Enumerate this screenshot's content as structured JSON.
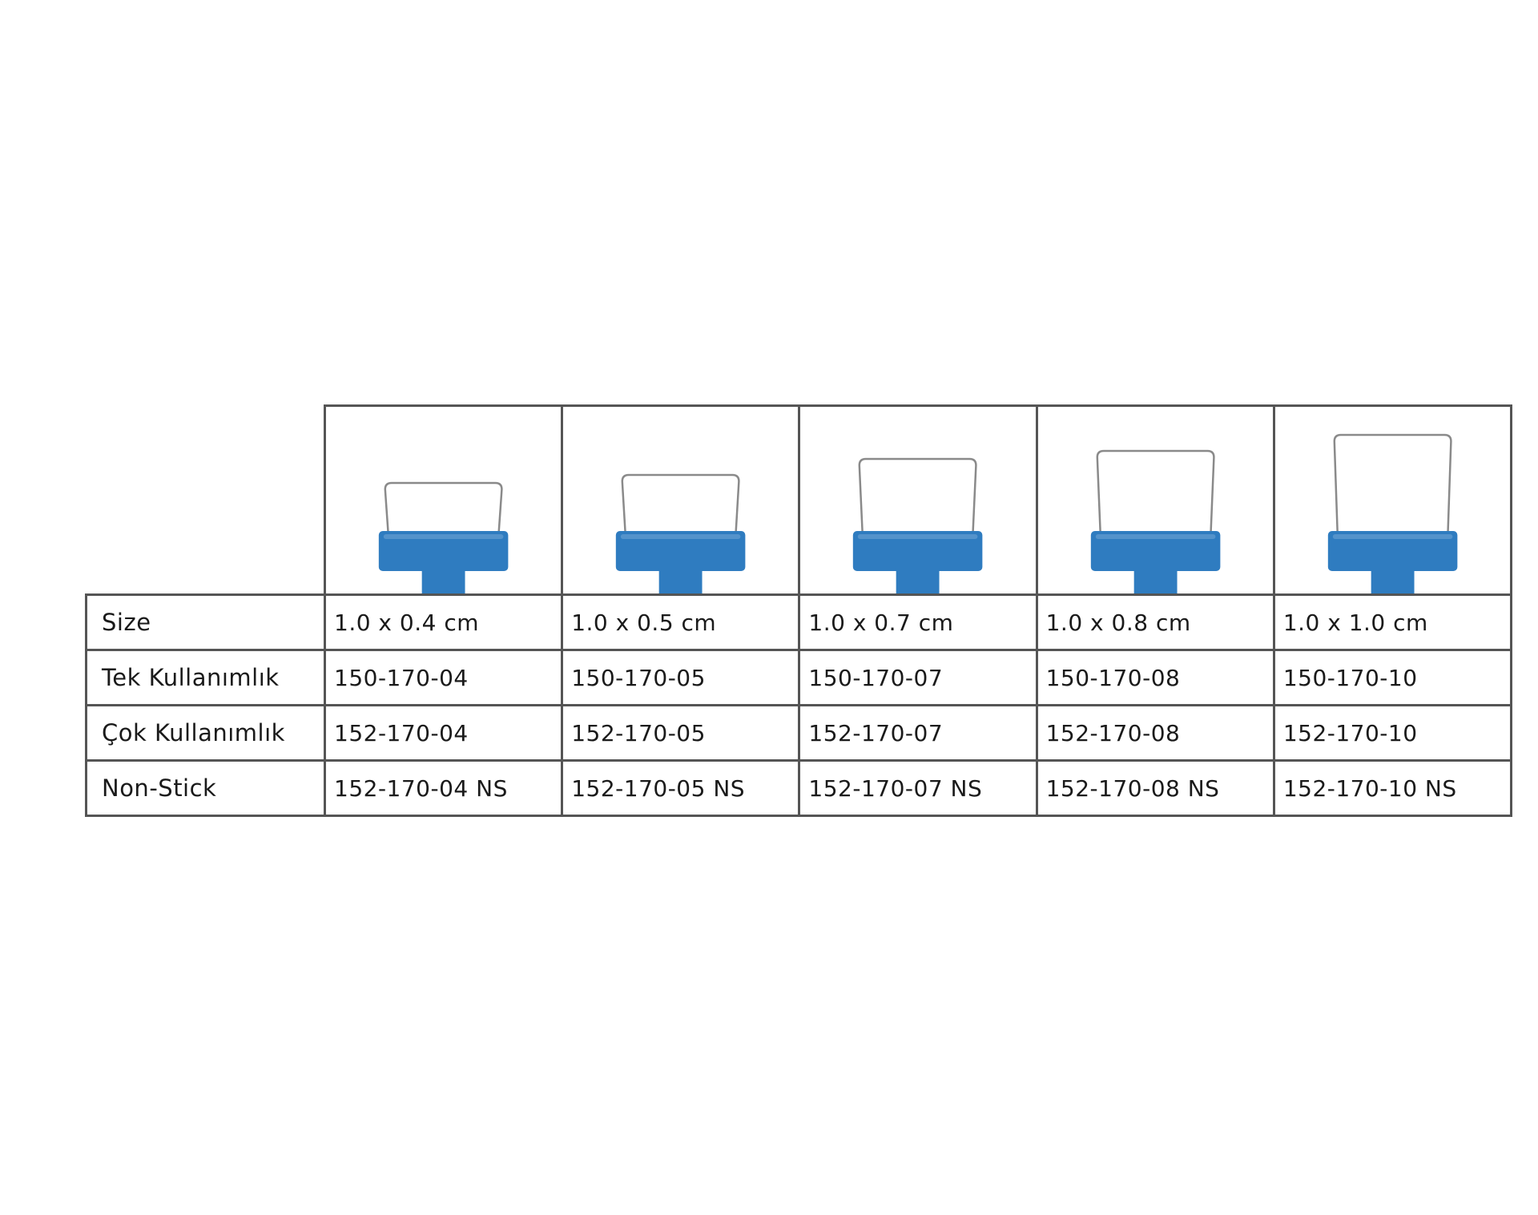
{
  "table": {
    "products": [
      {
        "size": "1.0 x 0.4 cm",
        "tek": "150-170-04",
        "cok": "152-170-04",
        "nonstick": "152-170-04 NS",
        "wire_height": 0.4
      },
      {
        "size": "1.0 x 0.5 cm",
        "tek": "150-170-05",
        "cok": "152-170-05",
        "nonstick": "152-170-05 NS",
        "wire_height": 0.5
      },
      {
        "size": "1.0 x 0.7 cm",
        "tek": "150-170-07",
        "cok": "152-170-07",
        "nonstick": "152-170-07 NS",
        "wire_height": 0.7
      },
      {
        "size": "1.0 x 0.8 cm",
        "tek": "150-170-08",
        "cok": "152-170-08",
        "nonstick": "152-170-08 NS",
        "wire_height": 0.8
      },
      {
        "size": "1.0 x 1.0 cm",
        "tek": "150-170-10",
        "cok": "152-170-10",
        "nonstick": "152-170-10 NS",
        "wire_height": 1.0
      }
    ],
    "row_labels": {
      "size": "Size",
      "tek": "Tek Kullanımlık",
      "cok": "Çok Kullanımlık",
      "nonstick": "Non-Stick"
    },
    "product_icon": "blue-t-base-wire-loop-icon",
    "colors": {
      "product_blue": "#2f7cc0",
      "wire": "#8a8a8a",
      "border": "#555555"
    }
  }
}
